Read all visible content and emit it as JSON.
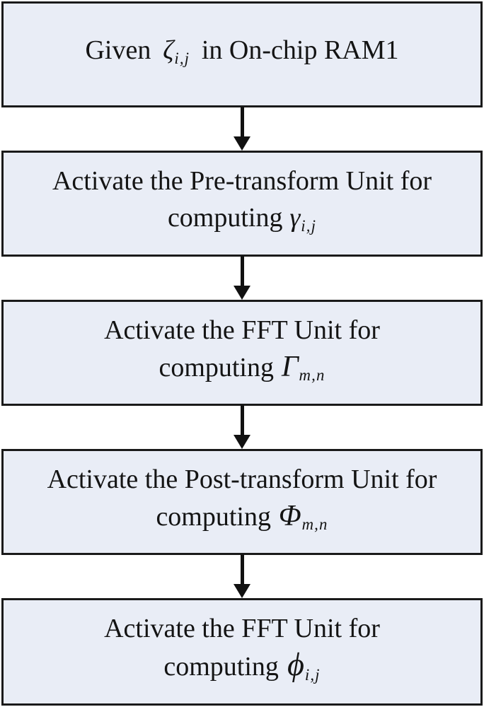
{
  "colors": {
    "box-fill": "#e9edf6",
    "box-border": "#1a1a1a",
    "arrow": "#111111",
    "text": "#141414"
  },
  "diagram": {
    "type": "flowchart",
    "steps": [
      {
        "lines": [
          {
            "prefix": "Given",
            "symbol": "ζ",
            "subscript": "i,j",
            "suffix": "in On-chip RAM1"
          }
        ]
      },
      {
        "lines": [
          {
            "text": "Activate the Pre-transform Unit for"
          },
          {
            "prefix": "computing",
            "symbol": "γ",
            "subscript": "i,j"
          }
        ]
      },
      {
        "lines": [
          {
            "text": "Activate the FFT Unit for"
          },
          {
            "prefix": "computing",
            "symbol": "Γ",
            "subscript": "m,n"
          }
        ]
      },
      {
        "lines": [
          {
            "text": "Activate the Post-transform Unit for"
          },
          {
            "prefix": "computing",
            "symbol": "Φ",
            "subscript": "m,n"
          }
        ]
      },
      {
        "lines": [
          {
            "text": "Activate the FFT Unit for"
          },
          {
            "prefix": "computing",
            "symbol": "ϕ",
            "subscript": "i,j"
          }
        ]
      }
    ]
  }
}
